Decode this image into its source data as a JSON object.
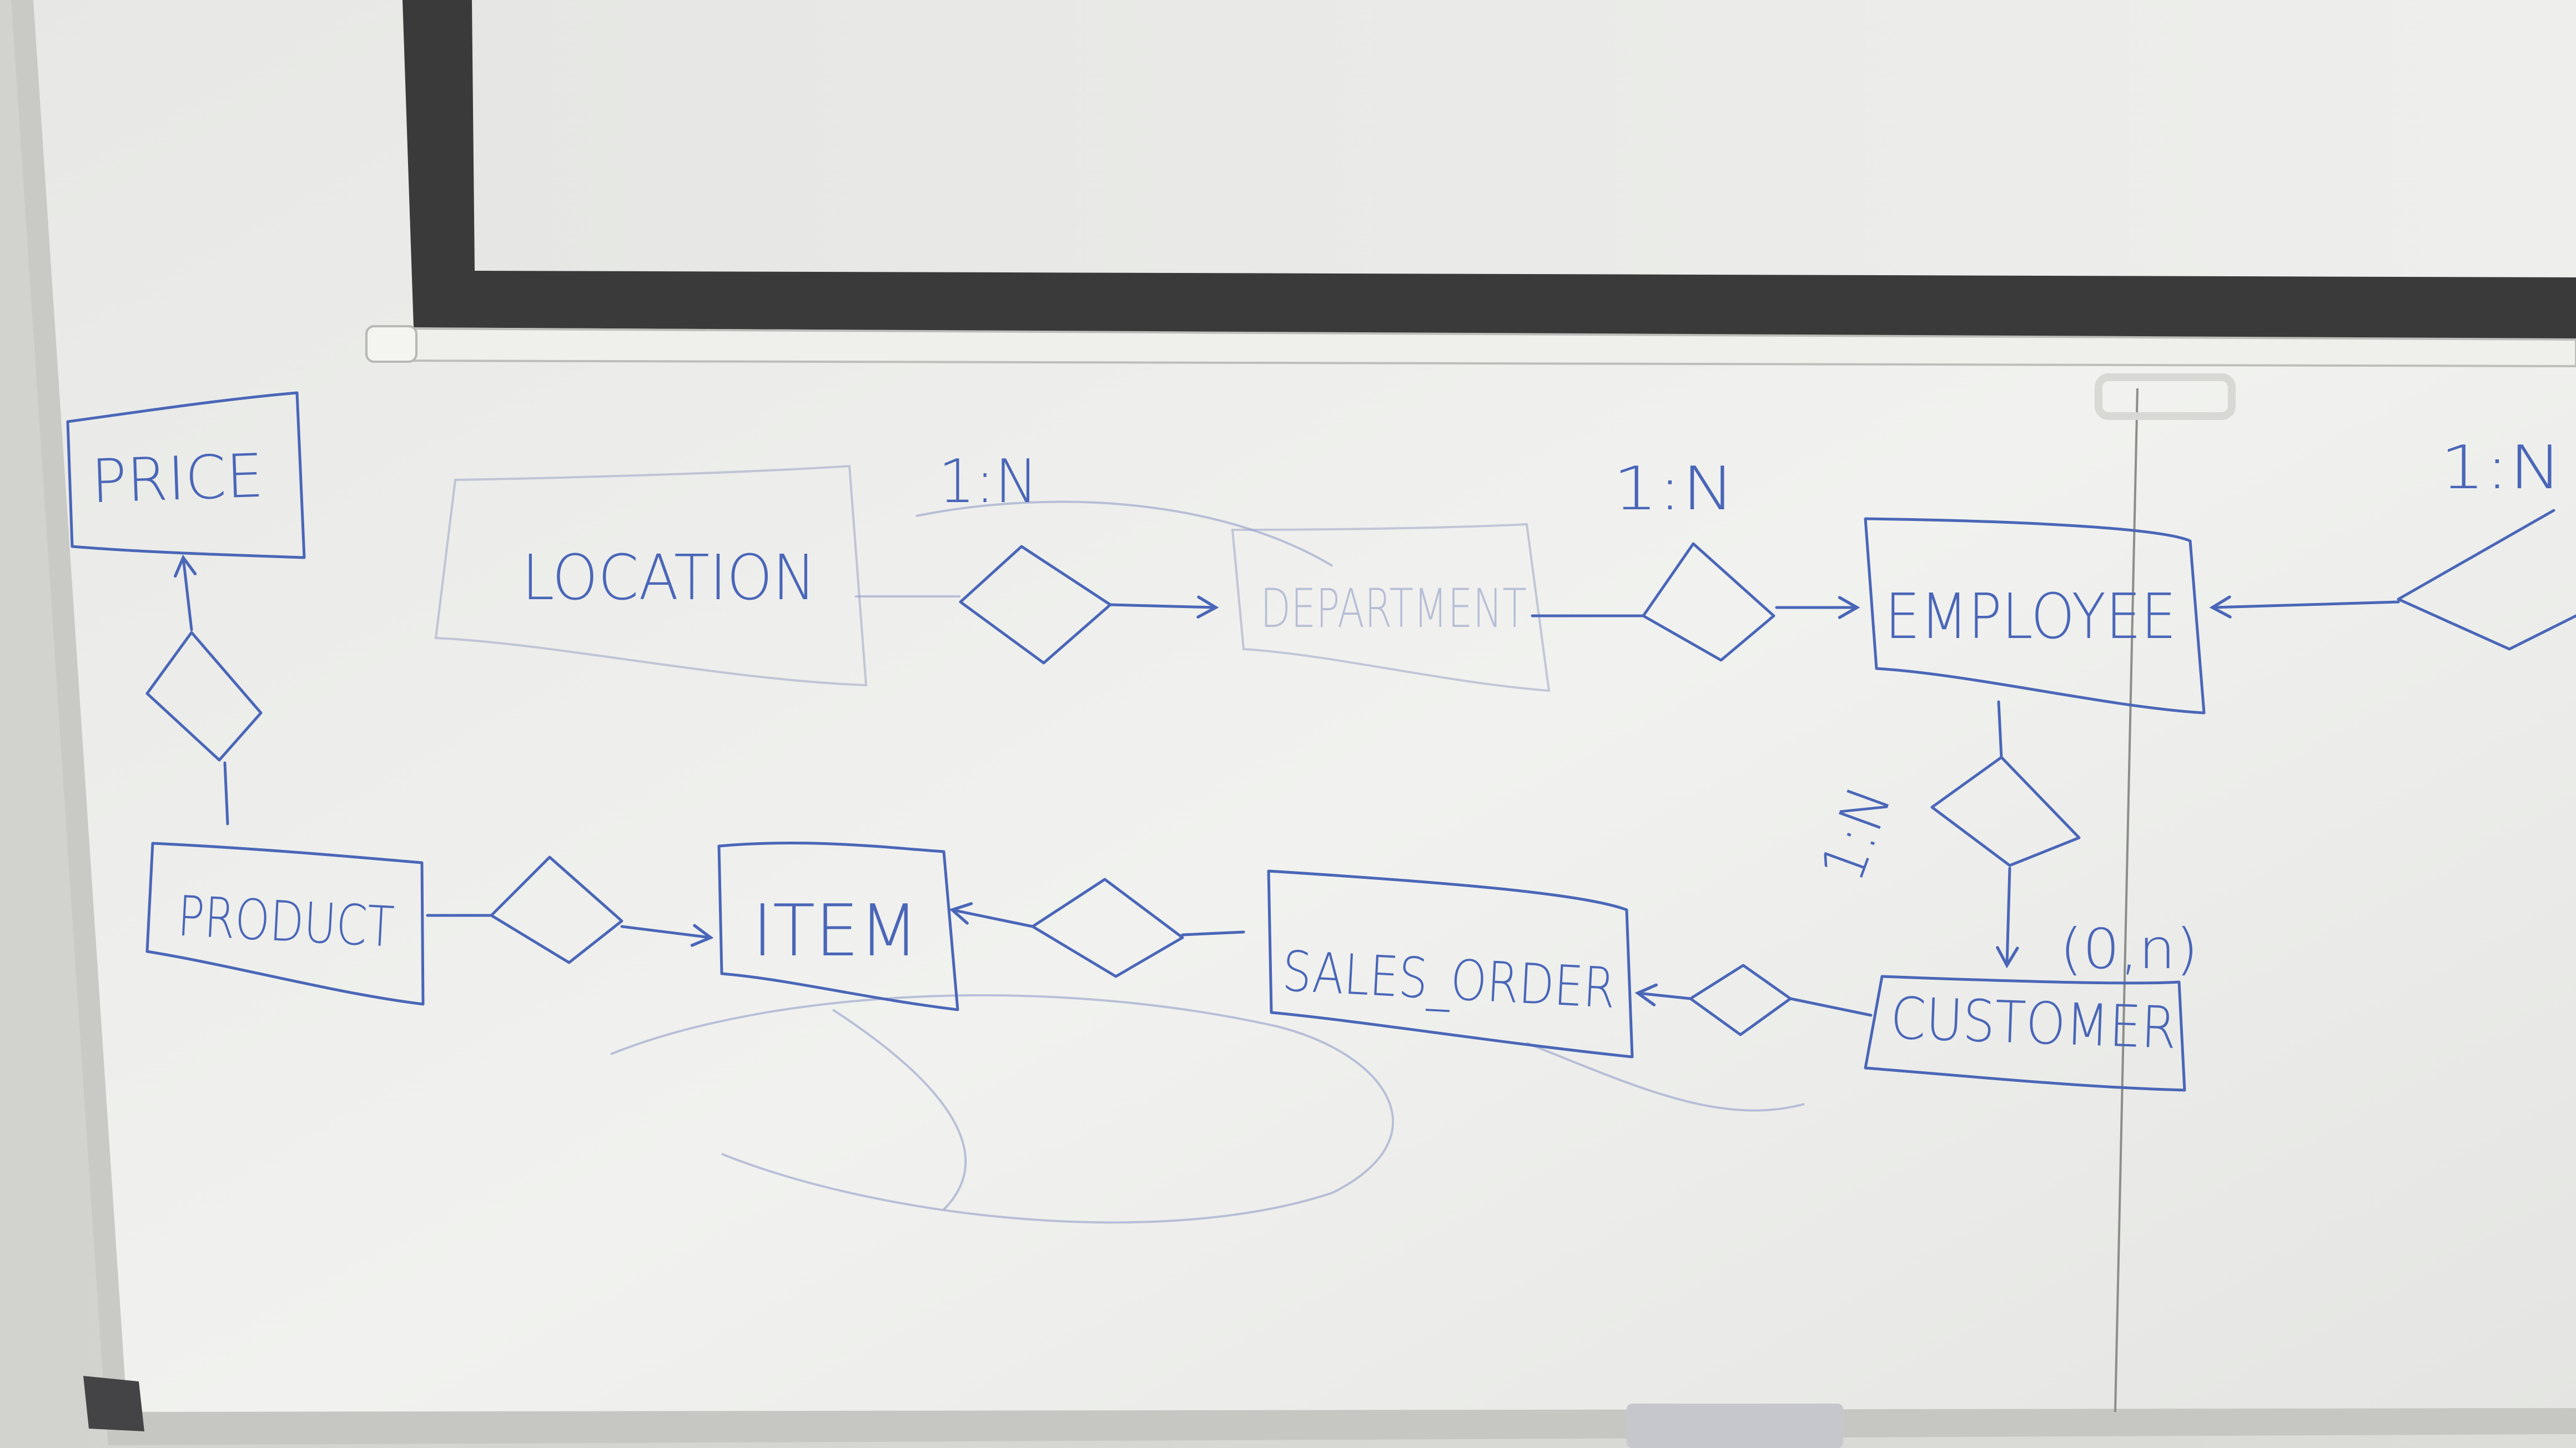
{
  "diagram": {
    "entities": {
      "price": "PRICE",
      "location": "LOCATION",
      "department": "DEPARTMENT",
      "employee": "EMPLOYEE",
      "product": "PRODUCT",
      "item": "ITEM",
      "sales_order": "SALES_ORDER",
      "customer": "CUSTOMER"
    },
    "cardinalities": {
      "location_department": "1:N",
      "department_employee": "1:N",
      "far_right": "1:N",
      "employee_customer": "1:N",
      "customer_participation": "(0,n)"
    }
  },
  "colors": {
    "ink": "#4a66b8",
    "whiteboard": "#ecedea",
    "frame": "#3a3a3a"
  }
}
